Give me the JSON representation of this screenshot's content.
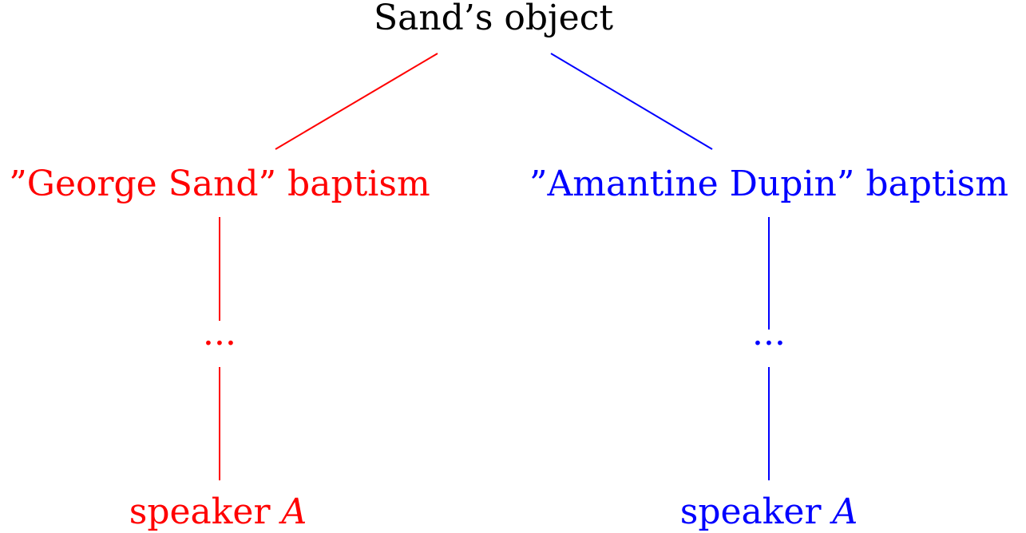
{
  "root": {
    "label": "Sand’s object",
    "color": "#000000"
  },
  "branches": [
    {
      "id": "left",
      "color": "#ff0000",
      "baptism": "”George Sand” baptism",
      "ellipsis": "···",
      "speaker": "speaker ",
      "speaker_var": "A"
    },
    {
      "id": "right",
      "color": "#0000ff",
      "baptism": "”Amantine Dupin” baptism",
      "ellipsis": "···",
      "speaker": "speaker ",
      "speaker_var": "A"
    }
  ]
}
